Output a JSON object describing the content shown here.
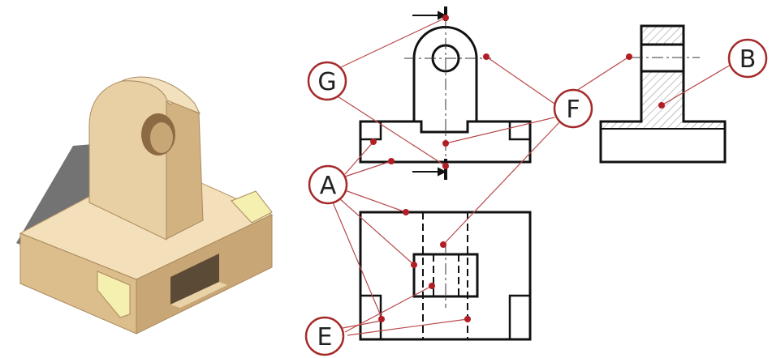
{
  "colors": {
    "line": "#111111",
    "leader": "#b8484a",
    "dot": "#b11e23",
    "callout_ring": "#a52a2a",
    "body_light": "#f3dfb9",
    "body_mid": "#e6c99a",
    "body_dark": "#c9a676",
    "shadow": "#5a5a5a",
    "hatch": "#888888"
  },
  "callouts": {
    "g": "G",
    "f": "F",
    "a": "A",
    "e": "E",
    "b": "B"
  }
}
